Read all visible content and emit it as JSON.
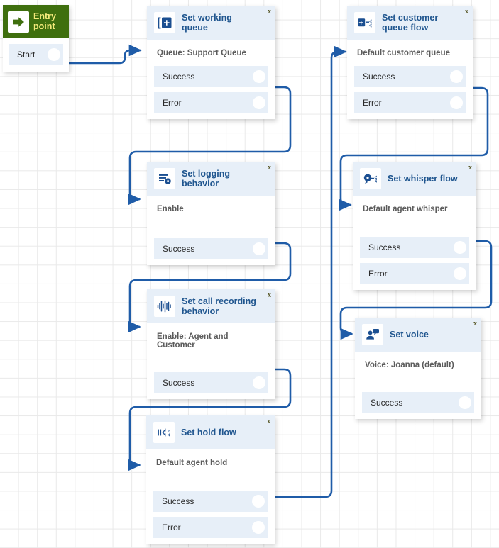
{
  "canvas": {
    "background": "#ffffff",
    "grid_color": "#e9e9e9",
    "wire_color": "#1f5ca8"
  },
  "entry_point": {
    "title": "Entry point",
    "icon": "entry-arrow-icon",
    "header_bg": "#3f6f0e",
    "title_color": "#f3e97a",
    "ports": [
      {
        "label": "Start"
      }
    ]
  },
  "nodes": [
    {
      "id": "set-working-queue",
      "title": "Set working queue",
      "icon": "queue-add-icon",
      "close": "x",
      "subtitle": "Queue: Support Queue",
      "ports": [
        {
          "label": "Success"
        },
        {
          "label": "Error"
        }
      ]
    },
    {
      "id": "set-customer-queue-flow",
      "title": "Set customer queue flow",
      "icon": "customer-queue-flow-icon",
      "close": "x",
      "subtitle": "Default customer queue",
      "ports": [
        {
          "label": "Success"
        },
        {
          "label": "Error"
        }
      ]
    },
    {
      "id": "set-logging-behavior",
      "title": "Set logging behavior",
      "icon": "logging-gear-icon",
      "close": "x",
      "subtitle": "Enable",
      "ports": [
        {
          "label": "Success"
        }
      ]
    },
    {
      "id": "set-whisper-flow",
      "title": "Set whisper flow",
      "icon": "whisper-flow-icon",
      "close": "x",
      "subtitle": "Default agent whisper",
      "ports": [
        {
          "label": "Success"
        },
        {
          "label": "Error"
        }
      ]
    },
    {
      "id": "set-call-recording-behavior",
      "title": "Set call recording behavior",
      "icon": "waveform-icon",
      "close": "x",
      "subtitle": "Enable: Agent and Customer",
      "ports": [
        {
          "label": "Success"
        }
      ]
    },
    {
      "id": "set-voice",
      "title": "Set voice",
      "icon": "voice-person-icon",
      "close": "x",
      "subtitle": "Voice: Joanna (default)",
      "ports": [
        {
          "label": "Success"
        }
      ]
    },
    {
      "id": "set-hold-flow",
      "title": "Set hold flow",
      "icon": "hold-flow-icon",
      "close": "x",
      "subtitle": "Default agent hold",
      "ports": [
        {
          "label": "Success"
        },
        {
          "label": "Error"
        }
      ]
    }
  ]
}
